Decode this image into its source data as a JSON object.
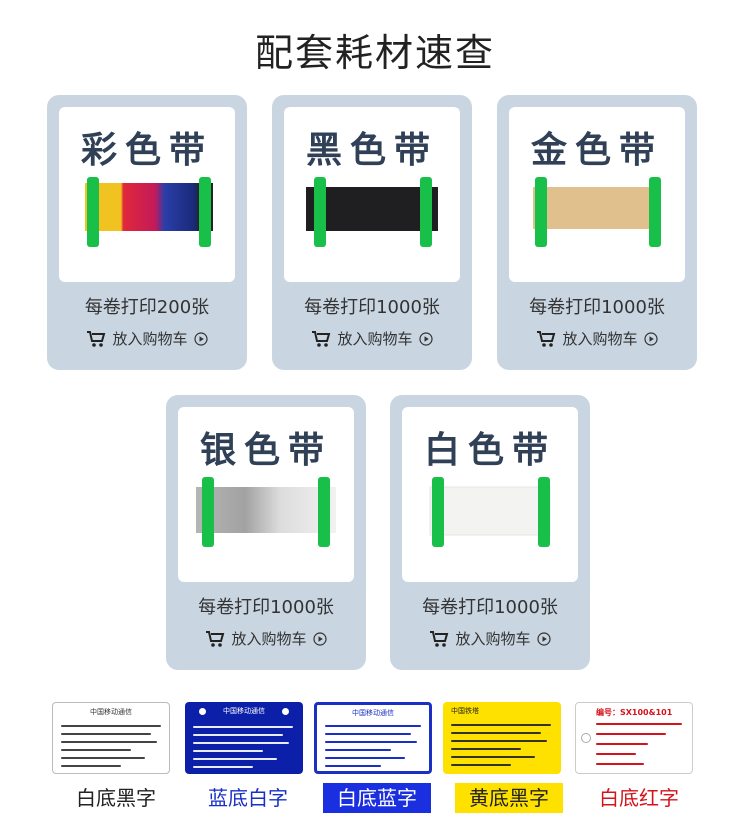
{
  "page_title": "配套耗材速查",
  "products": [
    {
      "name": "彩色带",
      "count": "每卷打印200张",
      "cart": "放入购物车"
    },
    {
      "name": "黑色带",
      "count": "每卷打印1000张",
      "cart": "放入购物车"
    },
    {
      "name": "金色带",
      "count": "每卷打印1000张",
      "cart": "放入购物车"
    },
    {
      "name": "银色带",
      "count": "每卷打印1000张",
      "cart": "放入购物车"
    },
    {
      "name": "白色带",
      "count": "每卷打印1000张",
      "cart": "放入购物车"
    }
  ],
  "tags": [
    {
      "caption": "白底黑字",
      "header": "中国移动通信",
      "bg": "#ffffff",
      "fg": "#222222",
      "caption_color": "#222222",
      "caption_bg": "#ffffff"
    },
    {
      "caption": "蓝底白字",
      "header": "中国移动通信",
      "bg": "#0c1fa8",
      "fg": "#ffffff",
      "caption_color": "#1a2fc4",
      "caption_bg": "#ffffff"
    },
    {
      "caption": "白底蓝字",
      "header": "中国移动通信",
      "bg": "#ffffff",
      "fg": "#1a2fc4",
      "caption_color": "#ffffff",
      "caption_bg": "#1a2fe0"
    },
    {
      "caption": "黄底黑字",
      "header": "中国铁塔",
      "bg": "#ffe100",
      "fg": "#222222",
      "caption_color": "#222222",
      "caption_bg": "#ffe100"
    },
    {
      "caption": "白底红字",
      "header": "编号：SX100&101",
      "bg": "#ffffff",
      "fg": "#d4141c",
      "caption_color": "#d4141c",
      "caption_bg": "#ffffff"
    }
  ],
  "colors": {
    "card_bg": "#c9d6e2",
    "title_text": "#2f4057",
    "spool_green": "#18c04a"
  },
  "icons": [
    "cart-icon",
    "play-circle-icon"
  ]
}
